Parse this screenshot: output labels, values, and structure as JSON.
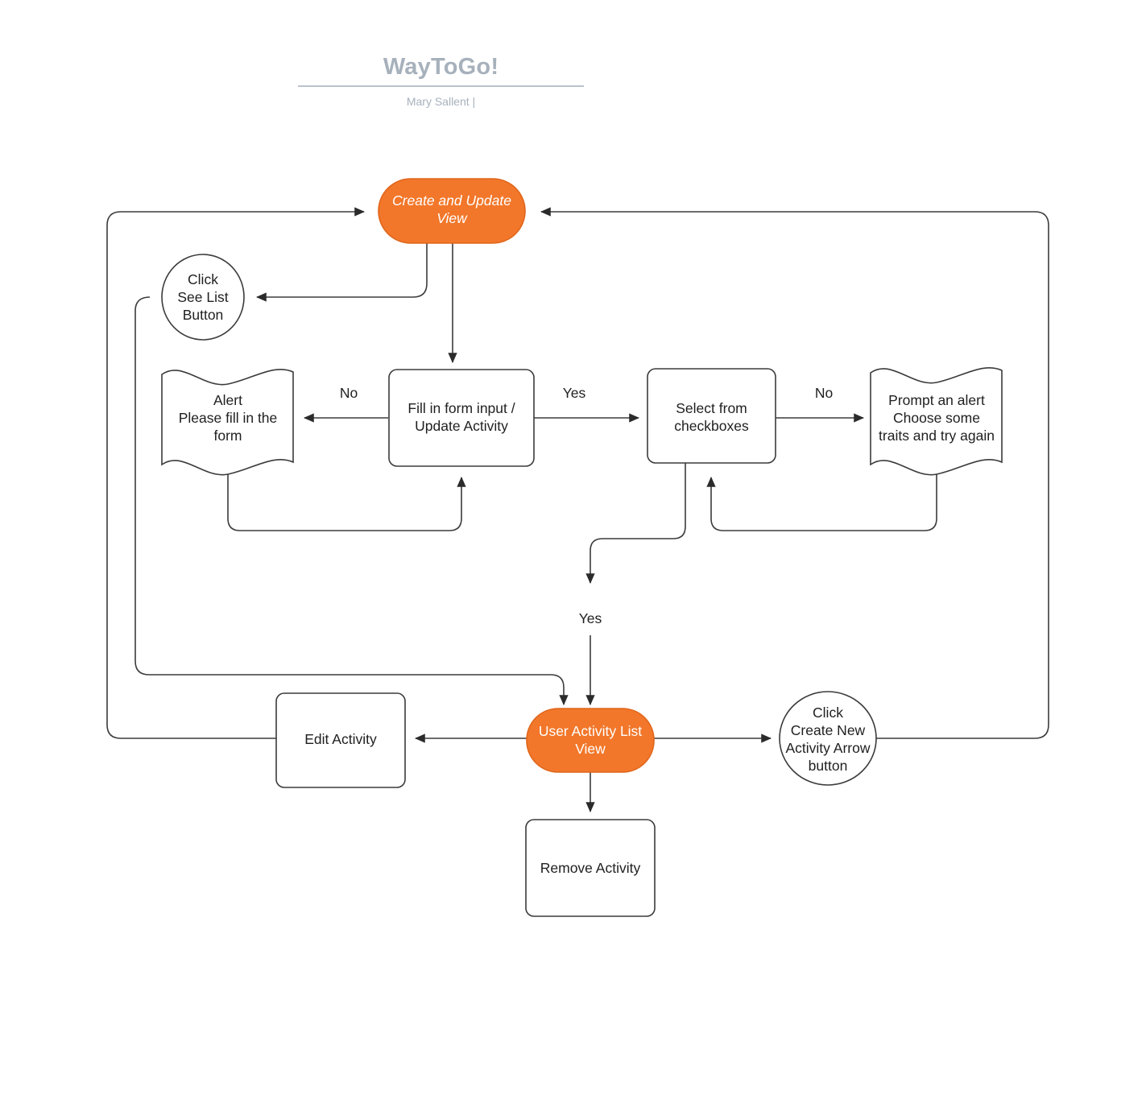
{
  "header": {
    "title": "WayToGo!",
    "author": "Mary Sallent  |"
  },
  "colors": {
    "accent": "#F2772A",
    "accent_stroke": "#E0661B",
    "stroke": "#3b3b3b",
    "title_gray": "#a7b1bc",
    "text": "#1f1f1f"
  },
  "diagram": {
    "type": "flowchart",
    "nodes": [
      {
        "id": "create-update-view",
        "label": "Create  and Update\nView",
        "shape": "rounded-pill",
        "fill": "#F2772A",
        "text_color": "#ffffff",
        "italic": true
      },
      {
        "id": "click-see-list-button",
        "label": "Click\nSee List\nButton",
        "shape": "circle",
        "fill": "#ffffff",
        "text_color": "#1f1f1f",
        "italic": false
      },
      {
        "id": "alert-please-fill-form",
        "label": "Alert\nPlease fill in the\nform",
        "shape": "wavy-document",
        "fill": "#ffffff",
        "text_color": "#1f1f1f",
        "italic": false
      },
      {
        "id": "fill-in-form-input",
        "label": "Fill in form input /\nUpdate Activity",
        "shape": "rounded-rect",
        "fill": "#ffffff",
        "text_color": "#1f1f1f",
        "italic": false
      },
      {
        "id": "select-from-checkboxes",
        "label": "Select from\ncheckboxes",
        "shape": "rounded-rect",
        "fill": "#ffffff",
        "text_color": "#1f1f1f",
        "italic": false
      },
      {
        "id": "prompt-an-alert",
        "label": "Prompt an alert\nChoose some\ntraits and try again",
        "shape": "wavy-document",
        "fill": "#ffffff",
        "text_color": "#1f1f1f",
        "italic": false
      },
      {
        "id": "user-activity-list-view",
        "label": "User Activity List\nView",
        "shape": "rounded-pill",
        "fill": "#F2772A",
        "text_color": "#ffffff",
        "italic": false
      },
      {
        "id": "edit-activity",
        "label": "Edit Activity",
        "shape": "rounded-rect",
        "fill": "#ffffff",
        "text_color": "#1f1f1f",
        "italic": false
      },
      {
        "id": "remove-activity",
        "label": "Remove Activity",
        "shape": "rounded-rect",
        "fill": "#ffffff",
        "text_color": "#1f1f1f",
        "italic": false
      },
      {
        "id": "click-create-new-activity",
        "label": "Click\nCreate New\nActivity Arrow\nbutton",
        "shape": "circle",
        "fill": "#ffffff",
        "text_color": "#1f1f1f",
        "italic": false
      }
    ],
    "edge_labels": [
      {
        "id": "no-fill-form",
        "text": "No"
      },
      {
        "id": "yes-checkboxes",
        "text": "Yes"
      },
      {
        "id": "no-traits",
        "text": "No"
      },
      {
        "id": "yes-activity-list",
        "text": "Yes"
      }
    ],
    "edges": [
      {
        "from": "create-update-view",
        "to": "click-see-list-button",
        "label": ""
      },
      {
        "from": "create-update-view",
        "to": "fill-in-form-input",
        "label": ""
      },
      {
        "from": "fill-in-form-input",
        "to": "alert-please-fill-form",
        "label": "No"
      },
      {
        "from": "alert-please-fill-form",
        "to": "fill-in-form-input",
        "label": ""
      },
      {
        "from": "fill-in-form-input",
        "to": "select-from-checkboxes",
        "label": "Yes"
      },
      {
        "from": "select-from-checkboxes",
        "to": "prompt-an-alert",
        "label": "No"
      },
      {
        "from": "prompt-an-alert",
        "to": "select-from-checkboxes",
        "label": ""
      },
      {
        "from": "select-from-checkboxes",
        "to": "user-activity-list-view",
        "label": "Yes"
      },
      {
        "from": "click-see-list-button",
        "to": "user-activity-list-view",
        "label": ""
      },
      {
        "from": "user-activity-list-view",
        "to": "edit-activity",
        "label": ""
      },
      {
        "from": "user-activity-list-view",
        "to": "remove-activity",
        "label": ""
      },
      {
        "from": "user-activity-list-view",
        "to": "click-create-new-activity",
        "label": ""
      },
      {
        "from": "edit-activity",
        "to": "create-update-view",
        "label": ""
      },
      {
        "from": "click-create-new-activity",
        "to": "create-update-view",
        "label": ""
      }
    ]
  }
}
